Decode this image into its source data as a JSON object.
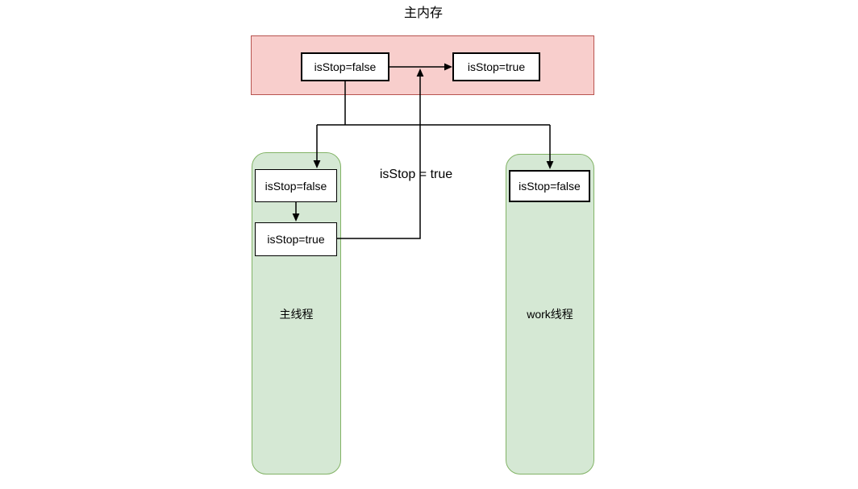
{
  "diagram": {
    "title": "主内存",
    "main_memory": {
      "box_false": "isStop=false",
      "box_true": "isStop=true"
    },
    "center_label": "isStop = true",
    "main_thread": {
      "label": "主线程",
      "box_false": "isStop=false",
      "box_true": "isStop=true"
    },
    "work_thread": {
      "label": "work线程",
      "box_false": "isStop=false"
    }
  },
  "colors": {
    "memory_fill": "#f8cecc",
    "memory_stroke": "#b85450",
    "thread_fill": "#d5e8d4",
    "thread_stroke": "#82b366",
    "box_fill": "#ffffff",
    "box_stroke": "#000000",
    "line": "#000000",
    "text": "#000000"
  }
}
